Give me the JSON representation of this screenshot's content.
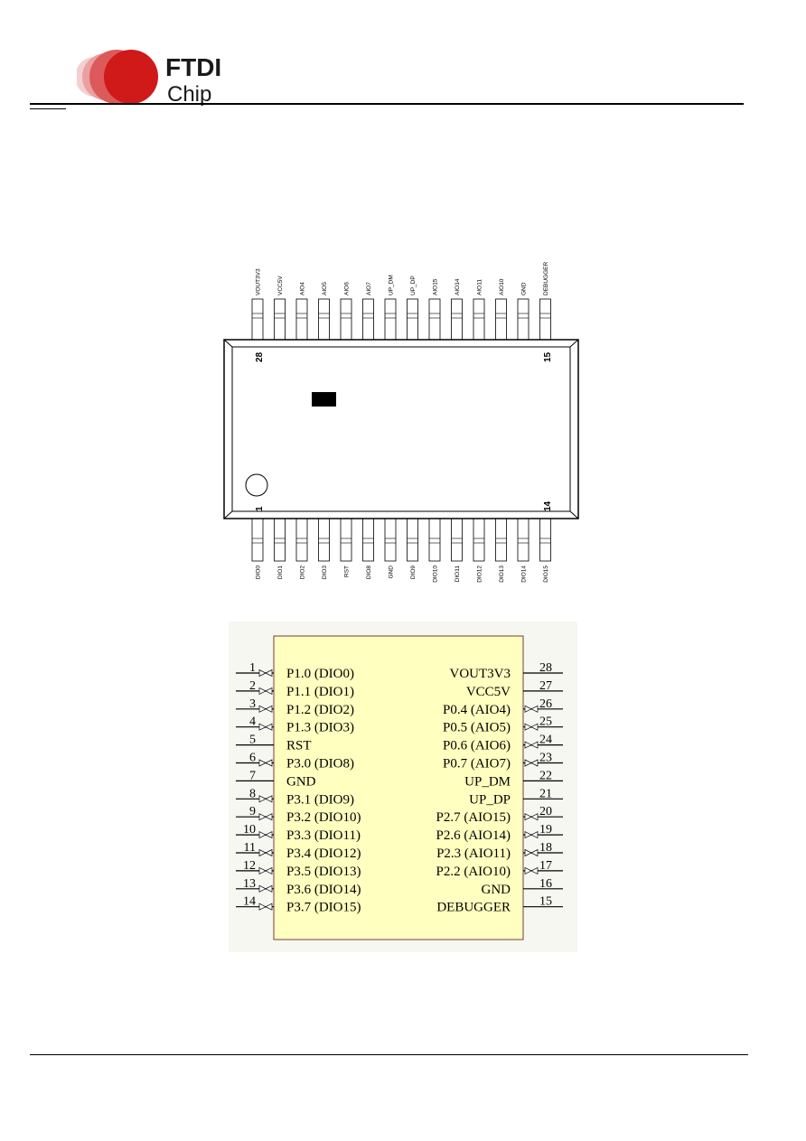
{
  "header": {
    "logo_word1": "FTDI",
    "logo_word2": "Chip",
    "logo_color": "#d01919"
  },
  "package": {
    "top_pins": [
      "VOUT3V3",
      "VCC5V",
      "AIO4",
      "AIO5",
      "AIO6",
      "AIO7",
      "UP_DM",
      "UP_DP",
      "AIO15",
      "AIO14",
      "AIO11",
      "AIO10",
      "GND",
      "DEBUGGER"
    ],
    "bottom_pins": [
      "DIO0",
      "DIO1",
      "DIO2",
      "DIO3",
      "RST",
      "DIO8",
      "GND",
      "DIO9",
      "DIO10",
      "DIO11",
      "DIO12",
      "DIO13",
      "DIO14",
      "DIO15"
    ],
    "corner_numbers": {
      "top_left": "28",
      "top_right": "15",
      "bottom_left": "1",
      "bottom_right": "14"
    }
  },
  "schematic": {
    "body_color": "#ffffc0",
    "left_pins": [
      {
        "num": "1",
        "label": "P1.0 (DIO0)"
      },
      {
        "num": "2",
        "label": "P1.1 (DIO1)"
      },
      {
        "num": "3",
        "label": "P1.2 (DIO2)"
      },
      {
        "num": "4",
        "label": "P1.3 (DIO3)"
      },
      {
        "num": "5",
        "label": "RST"
      },
      {
        "num": "6",
        "label": "P3.0 (DIO8)"
      },
      {
        "num": "7",
        "label": "GND"
      },
      {
        "num": "8",
        "label": "P3.1 (DIO9)"
      },
      {
        "num": "9",
        "label": "P3.2 (DIO10)"
      },
      {
        "num": "10",
        "label": "P3.3 (DIO11)"
      },
      {
        "num": "11",
        "label": "P3.4 (DIO12)"
      },
      {
        "num": "12",
        "label": "P3.5 (DIO13)"
      },
      {
        "num": "13",
        "label": "P3.6 (DIO14)"
      },
      {
        "num": "14",
        "label": "P3.7 (DIO15)"
      }
    ],
    "right_pins": [
      {
        "num": "28",
        "label": "VOUT3V3"
      },
      {
        "num": "27",
        "label": "VCC5V"
      },
      {
        "num": "26",
        "label": "P0.4 (AIO4)"
      },
      {
        "num": "25",
        "label": "P0.5 (AIO5)"
      },
      {
        "num": "24",
        "label": "P0.6 (AIO6)"
      },
      {
        "num": "23",
        "label": "P0.7 (AIO7)"
      },
      {
        "num": "22",
        "label": "UP_DM"
      },
      {
        "num": "21",
        "label": "UP_DP"
      },
      {
        "num": "20",
        "label": "P2.7 (AIO15)"
      },
      {
        "num": "19",
        "label": "P2.6 (AIO14)"
      },
      {
        "num": "18",
        "label": "P2.3 (AIO11)"
      },
      {
        "num": "17",
        "label": "P2.2 (AIO10)"
      },
      {
        "num": "16",
        "label": "GND"
      },
      {
        "num": "15",
        "label": "DEBUGGER"
      }
    ],
    "left_io": [
      true,
      true,
      true,
      true,
      false,
      true,
      false,
      true,
      true,
      true,
      true,
      true,
      true,
      true
    ],
    "right_io": [
      false,
      false,
      true,
      true,
      true,
      true,
      false,
      false,
      true,
      true,
      true,
      true,
      false,
      false
    ]
  }
}
